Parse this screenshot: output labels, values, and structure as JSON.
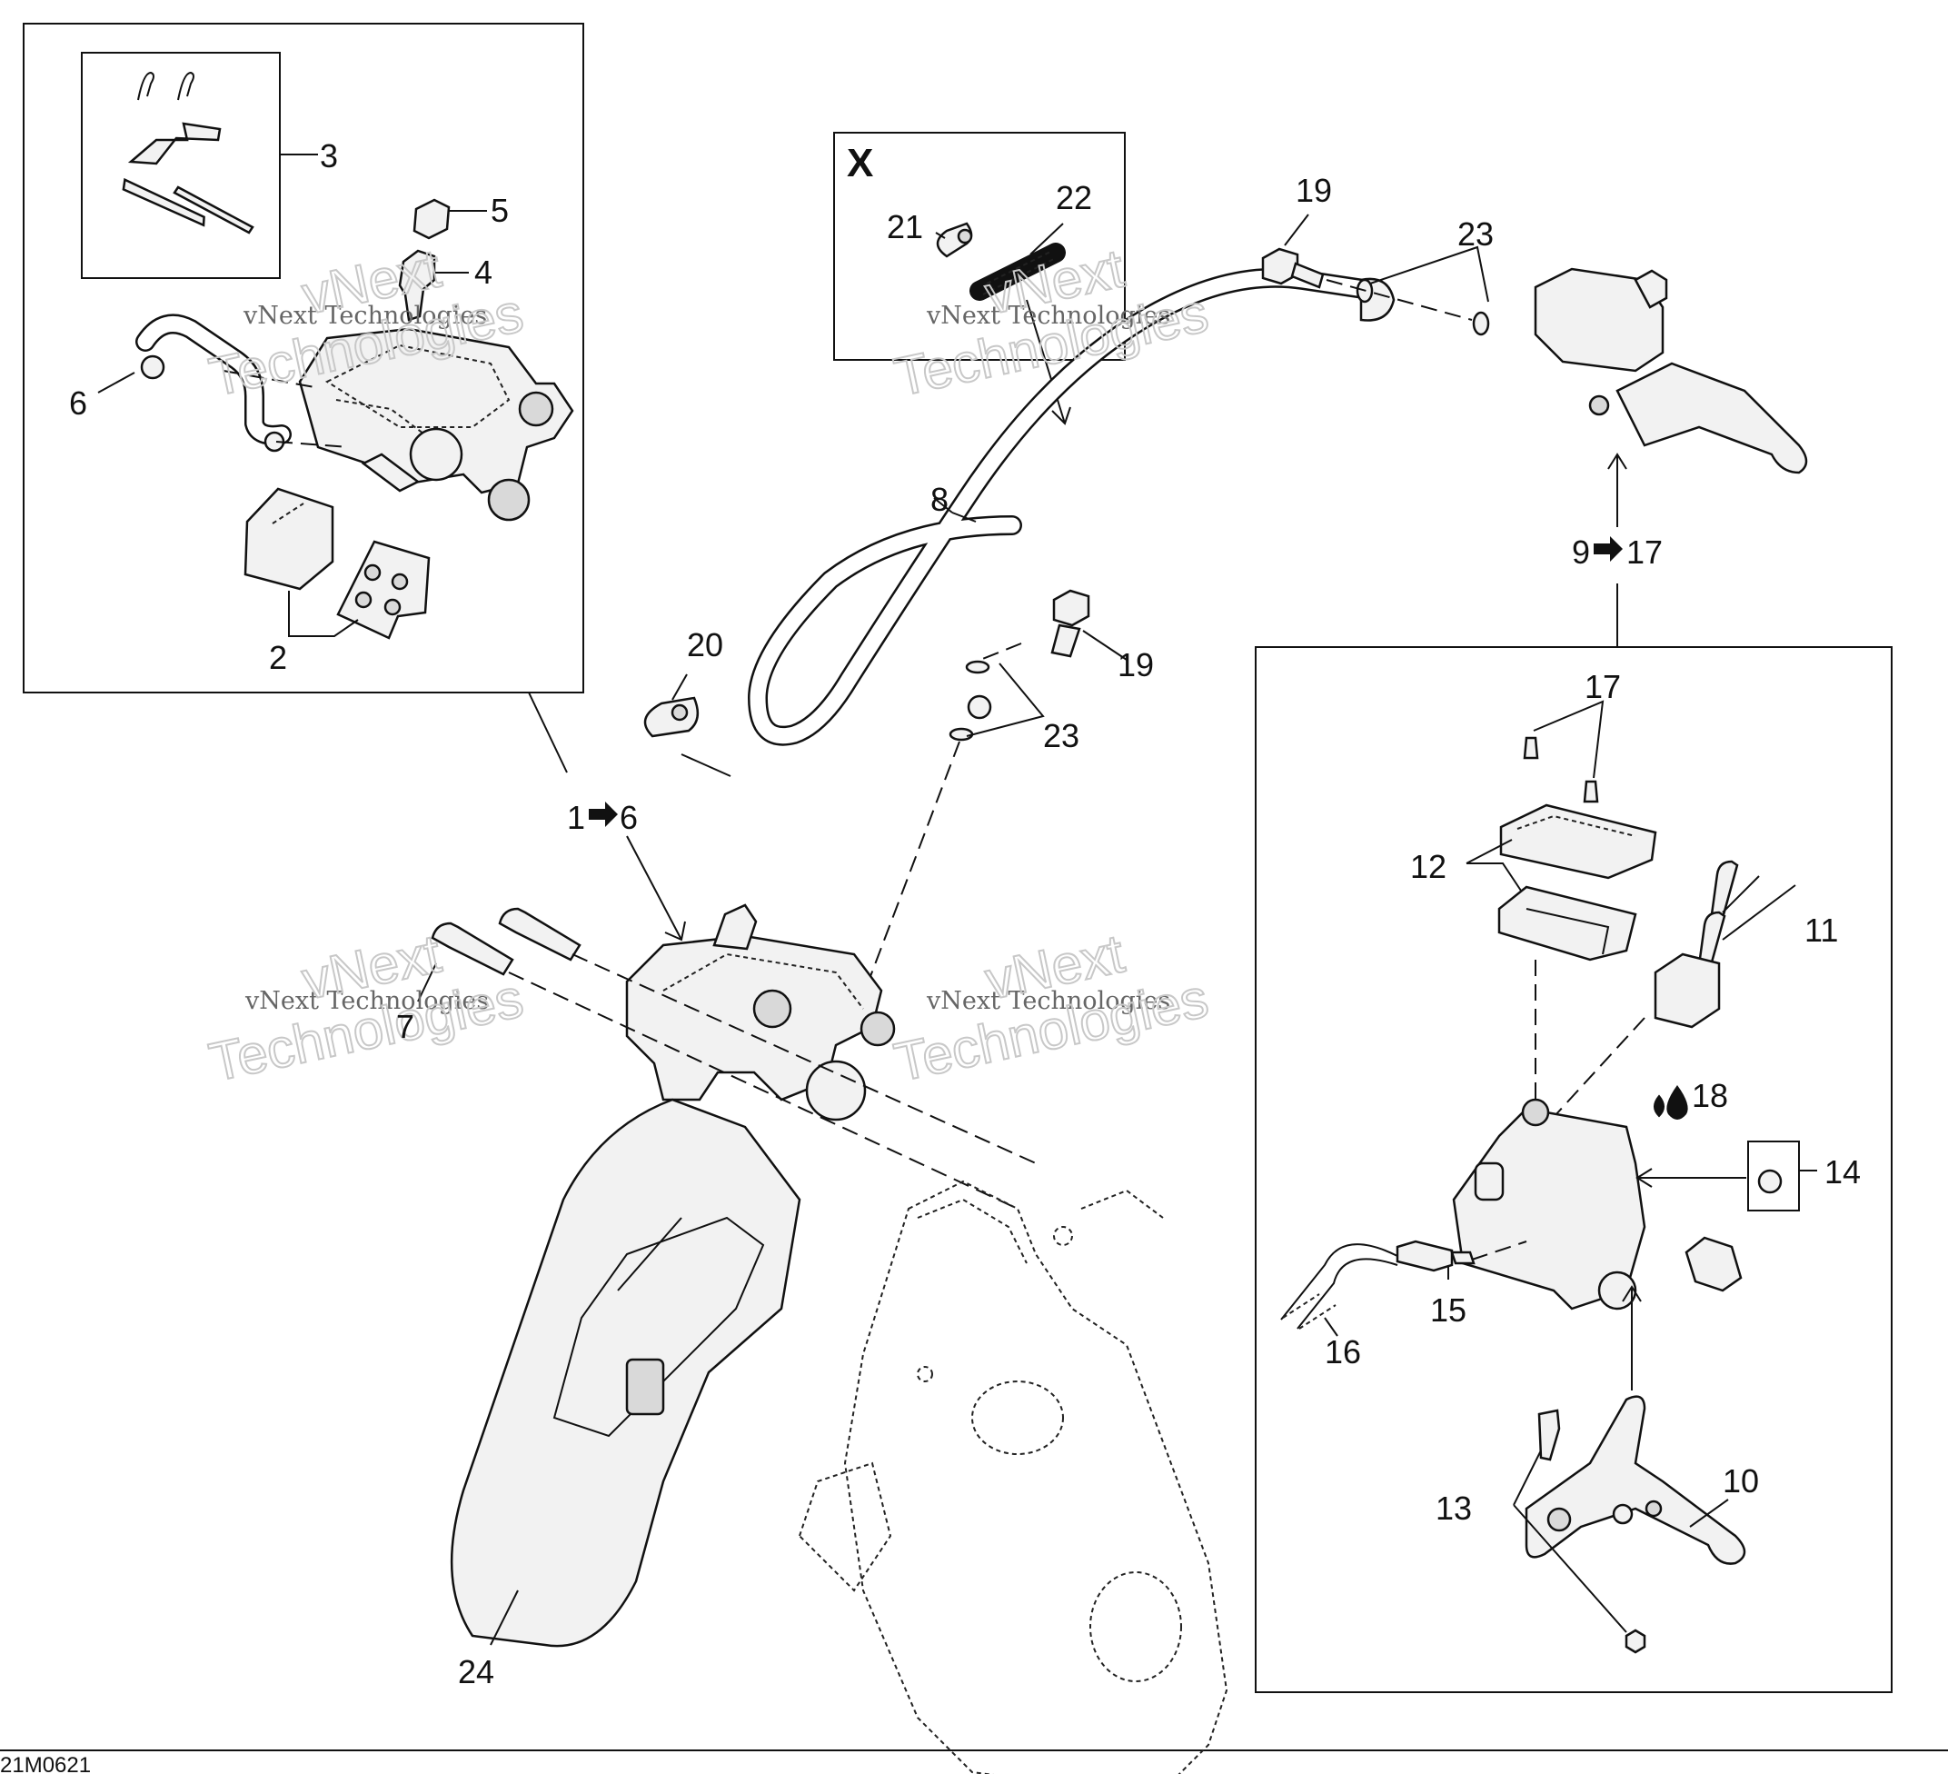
{
  "diagram_code": "21M0621",
  "watermark": {
    "line1": "vNext Technologies",
    "line2a": "vNext",
    "line2b": "Technologies"
  },
  "box_x": {
    "marker": "X"
  },
  "labels": {
    "l1_6": "1",
    "l1_6b": "6",
    "l2": "2",
    "l3": "3",
    "l4": "4",
    "l5": "5",
    "l6": "6",
    "l7": "7",
    "l8": "8",
    "l9_17": "9",
    "l9_17b": "17",
    "l10": "10",
    "l11": "11",
    "l12": "12",
    "l13": "13",
    "l14": "14",
    "l15": "15",
    "l16": "16",
    "l17": "17",
    "l18": "18",
    "l19a": "19",
    "l19b": "19",
    "l20": "20",
    "l21": "21",
    "l22": "22",
    "l23a": "23",
    "l23b": "23",
    "l24": "24"
  },
  "icons": {
    "arrow": "right-arrow-icon",
    "fluid": "fluid-drop-icon",
    "kit": "washer-kit-icon"
  }
}
